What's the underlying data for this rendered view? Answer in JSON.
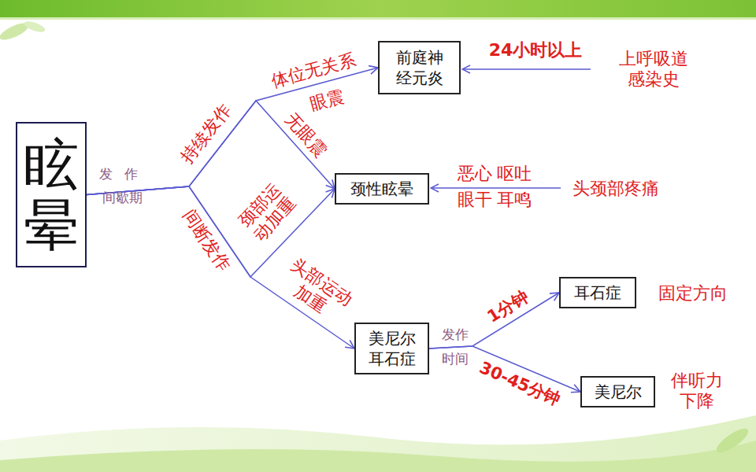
{
  "diagram": {
    "nodes": [
      {
        "text": [
          "眩晕"
        ]
      },
      {
        "text": [
          "前庭神经元炎"
        ]
      },
      {
        "text": [
          "颈性眩晕"
        ]
      },
      {
        "text": [
          "美尼尔耳石症"
        ]
      },
      {
        "text": [
          "耳石症"
        ]
      },
      {
        "text": [
          "美尼尔"
        ]
      }
    ],
    "edges": [
      {
        "from": 0,
        "to": 1,
        "arrow": "to",
        "label": "体位无关系"
      },
      {
        "from": 0,
        "to": 2,
        "arrow": "to",
        "label": "无眼震"
      },
      {
        "from": 0,
        "to": 2,
        "arrow": "to",
        "label": "颈部运动加重"
      },
      {
        "from": 0,
        "to": 3,
        "arrow": "to",
        "label": "头部运动加重"
      },
      {
        "from": 3,
        "to": 4,
        "arrow": "to",
        "label": "1分钟"
      },
      {
        "from": 3,
        "to": 5,
        "arrow": "to",
        "label": "30-45分钟"
      }
    ],
    "labels": [
      "发作",
      "间歇期",
      "持续发作",
      "间断发作",
      "眼震",
      "24小时以上",
      "上呼吸道感染史",
      "恶心 呕吐",
      "眼干 耳鸣",
      "头颈部疼痛",
      "发作",
      "时间",
      "固定方向",
      "伴听力下降"
    ]
  }
}
